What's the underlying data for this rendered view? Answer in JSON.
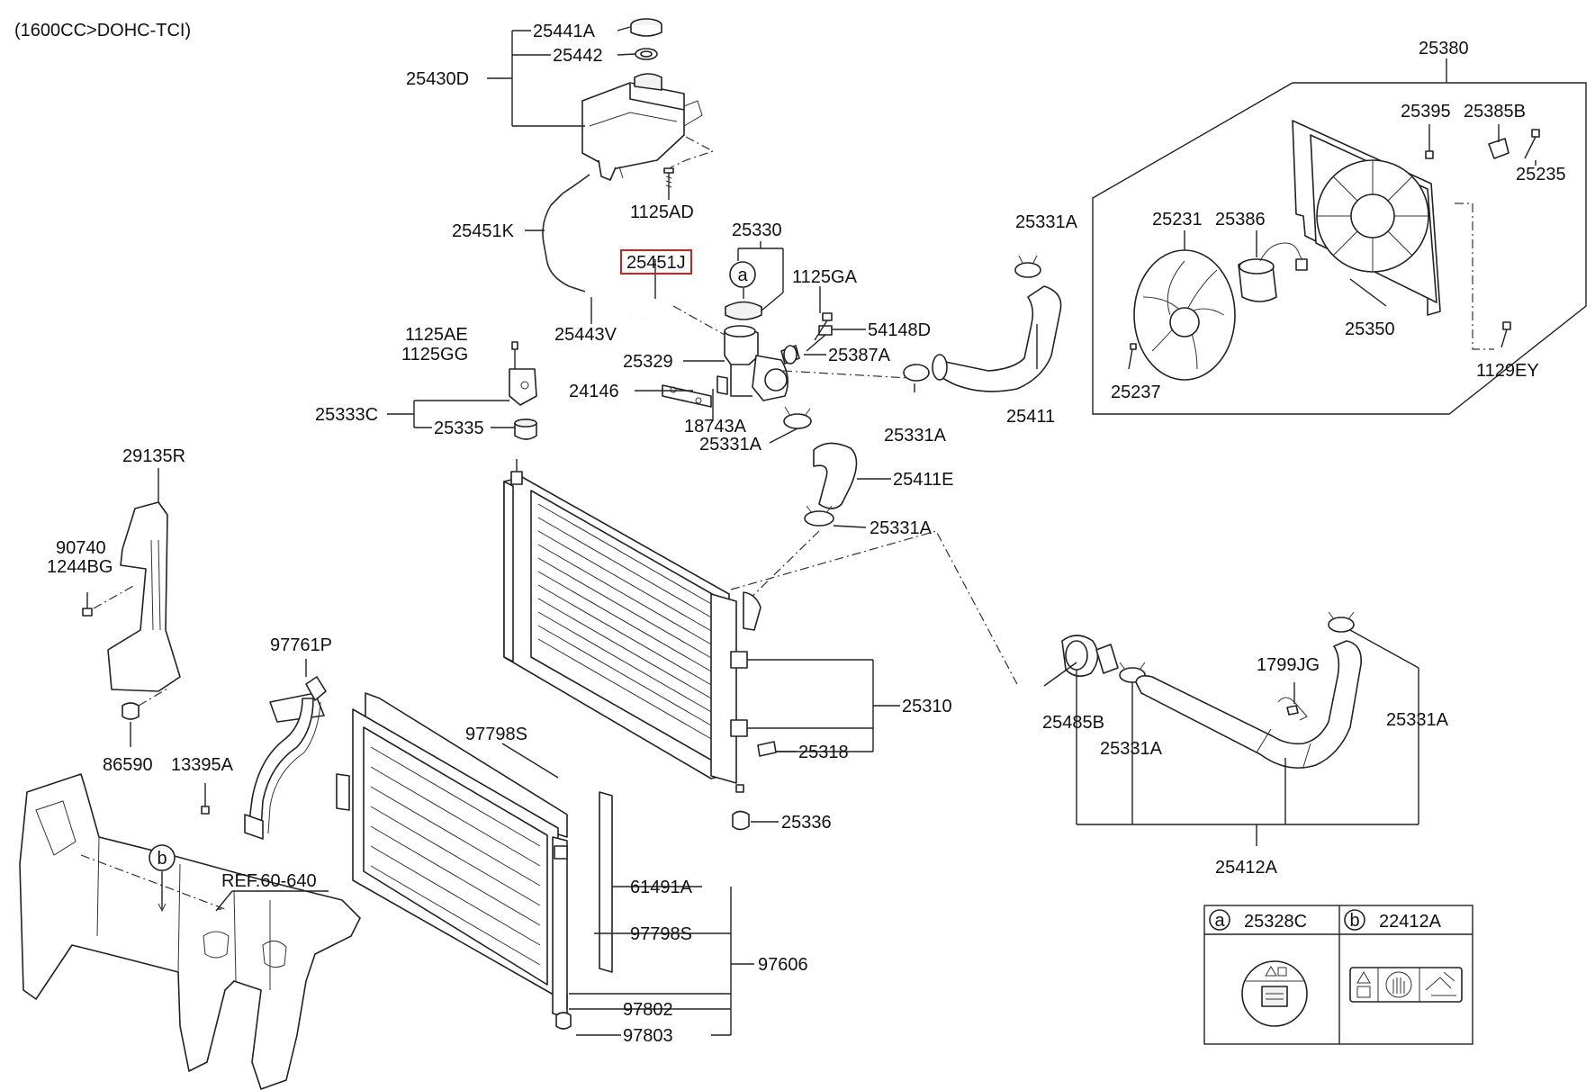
{
  "header": {
    "engine_spec": "(1600CC>DOHC-TCI)"
  },
  "highlighted_part": "25451J",
  "part_labels": {
    "p25441A": "25441A",
    "p25442": "25442",
    "p25430D": "25430D",
    "p1125AD": "1125AD",
    "p25451K": "25451K",
    "p25451J": "25451J",
    "p25330": "25330",
    "p1125GA": "1125GA",
    "p25443V": "25443V",
    "p54148D": "54148D",
    "p1125AE": "1125AE",
    "p1125GG": "1125GG",
    "p25329": "25329",
    "p25387A": "25387A",
    "p24146": "24146",
    "p25333C": "25333C",
    "p18743A": "18743A",
    "p25335": "25335",
    "p25331A_1": "25331A",
    "p25331A_2": "25331A",
    "p25331A_3": "25331A",
    "p25331A_4": "25331A",
    "p25331A_5": "25331A",
    "p25331A_6": "25331A",
    "p25411": "25411",
    "p25411E": "25411E",
    "p29135R": "29135R",
    "p90740": "90740",
    "p1244BG": "1244BG",
    "p97761P": "97761P",
    "p86590": "86590",
    "p13395A": "13395A",
    "p97798S_1": "97798S",
    "p97798S_2": "97798S",
    "p25310": "25310",
    "p25318": "25318",
    "p25336": "25336",
    "pREF": "REF.60-640",
    "p61491A": "61491A",
    "p97606": "97606",
    "p97802": "97802",
    "p97803": "97803",
    "p25380": "25380",
    "p25395": "25395",
    "p25385B": "25385B",
    "p25235": "25235",
    "p25231": "25231",
    "p25386": "25386",
    "p25350": "25350",
    "p25237": "25237",
    "p1129EY": "1129EY",
    "p25485B": "25485B",
    "p1799JG": "1799JG",
    "p25412A": "25412A"
  },
  "callouts": {
    "a": "a",
    "b": "b"
  },
  "legend": {
    "cells": [
      {
        "marker": "a",
        "part": "25328C"
      },
      {
        "marker": "b",
        "part": "22412A"
      }
    ]
  },
  "colors": {
    "line": "#222222",
    "highlight": "#d21f1f"
  }
}
